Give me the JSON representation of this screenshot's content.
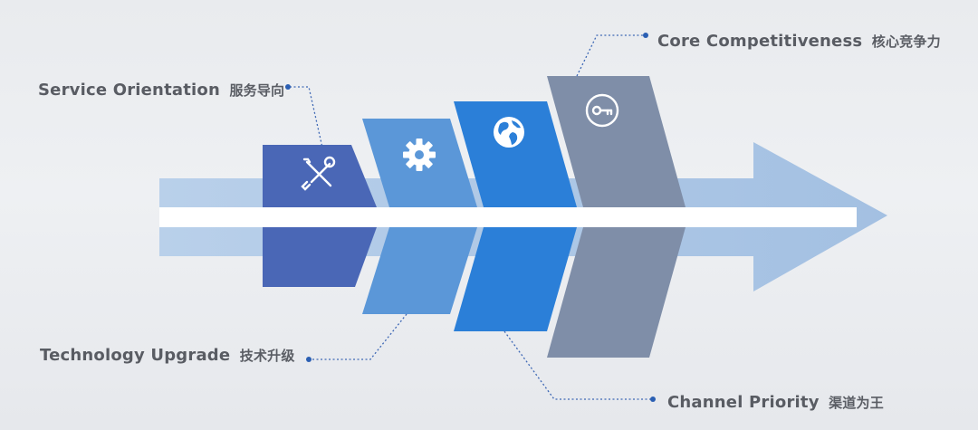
{
  "labels": {
    "service": {
      "en": "Service Orientation",
      "cn": "服务导向"
    },
    "technology": {
      "en": "Technology Upgrade",
      "cn": "技术升级"
    },
    "core": {
      "en": "Core Competitiveness",
      "cn": "核心竞争力"
    },
    "channel": {
      "en": "Channel Priority",
      "cn": "渠道为王"
    }
  },
  "segments": [
    {
      "name": "service",
      "icon": "tools-icon",
      "color": "#4a67b6"
    },
    {
      "name": "technology",
      "icon": "gear-icon",
      "color": "#5b97d8"
    },
    {
      "name": "channel",
      "icon": "globe-icon",
      "color": "#2b7fd8"
    },
    {
      "name": "core",
      "icon": "key-icon",
      "color": "#7f8ea8"
    }
  ],
  "colors": {
    "arrow_body": "#a7c3e3",
    "arrow_stripe": "#ffffff",
    "connector": "#3e68b5",
    "label_text": "#595c63"
  }
}
